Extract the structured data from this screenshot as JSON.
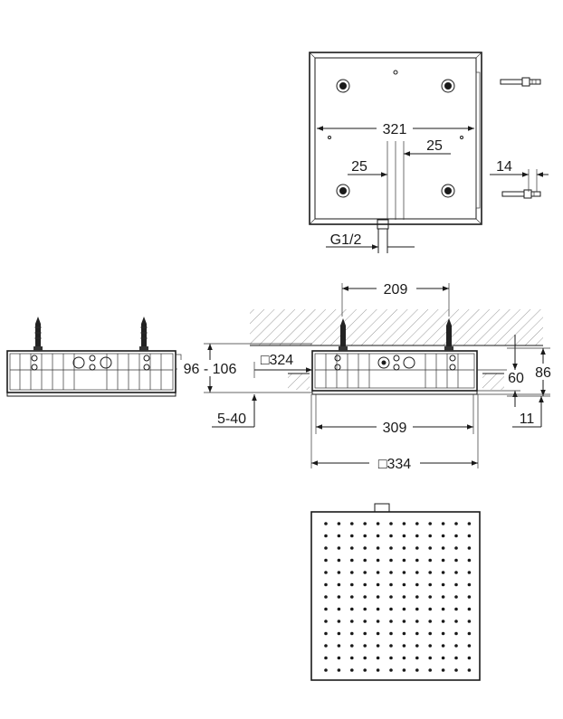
{
  "top_view": {
    "width_label": "321",
    "offset_right_label": "25",
    "offset_left_label": "25",
    "thread_label": "G1/2",
    "bolt_gap_label": "14"
  },
  "side_view": {
    "anchor_spacing_label": "209",
    "install_depth_label": "96 - 106",
    "box_size_label": "□324",
    "ceiling_gap_label": "5-40",
    "body_width_label": "309",
    "outer_size_label": "□334",
    "body_height_label": "60",
    "total_height_label": "86",
    "plate_height_label": "11"
  },
  "front_view": {
    "nozzle_rows": 13,
    "nozzle_cols": 12
  }
}
